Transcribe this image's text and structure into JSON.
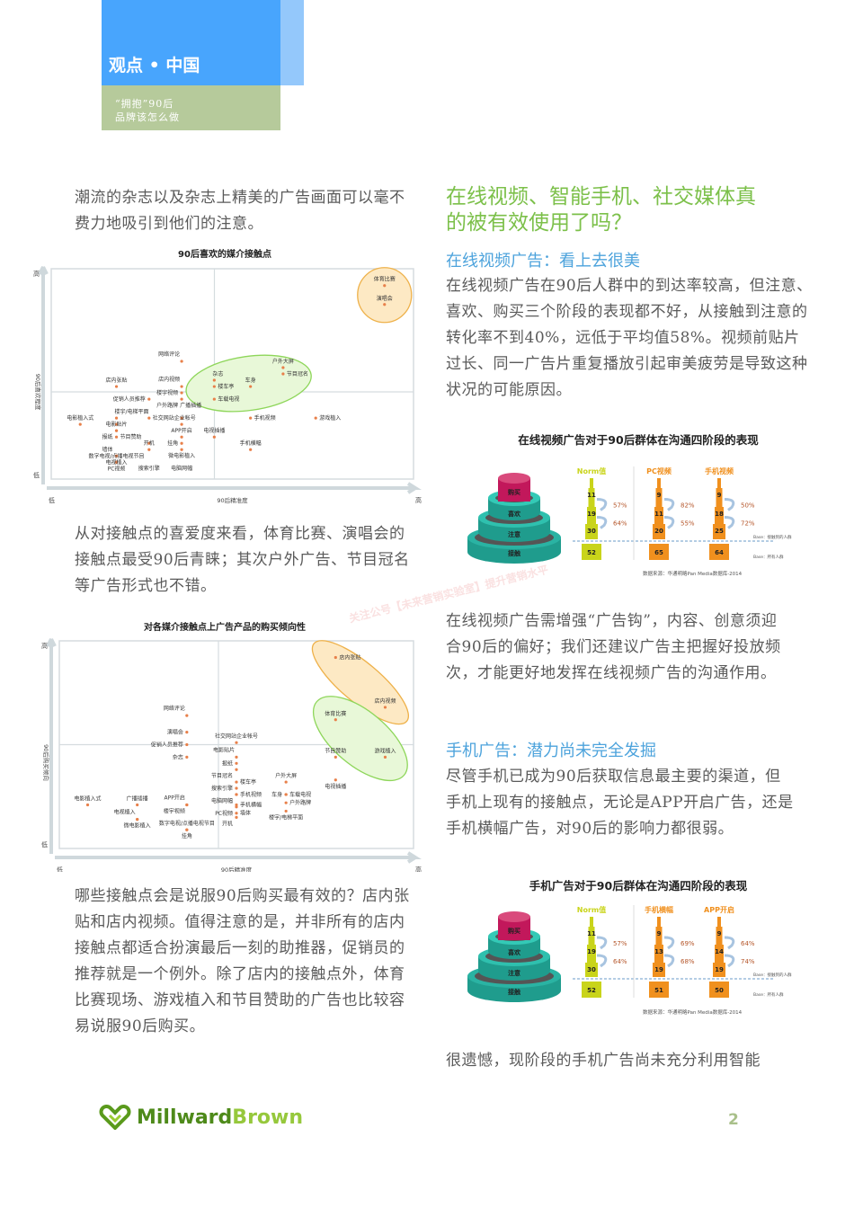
{
  "header": {
    "section": "观点 • 中国",
    "subtitle_line1": "“拥抱”90后",
    "subtitle_line2": "品牌该怎么做"
  },
  "left": {
    "para1": "潮流的杂志以及杂志上精美的广告画面可以毫不费力地吸引到他们的注意。",
    "para2": "从对接触点的喜爱度来看，体育比赛、演唱会的接触点最受90后青睐；其次户外广告、节目冠名等广告形式也不错。",
    "para3": "哪些接触点会是说服90后购买最有效的？店内张贴和店内视频。值得注意的是，并非所有的店内接触点都适合扮演最后一刻的助推器，促销员的推荐就是一个例外。除了店内的接触点外，体育比赛现场、游戏植入和节目赞助的广告也比较容易说服90后购买。"
  },
  "right": {
    "heading": "在线视频、智能手机、社交媒体真的被有效使用了吗？",
    "sub1": "在线视频广告：看上去很美",
    "para1": "在线视频广告在90后人群中的到达率较高，但注意、喜欢、购买三个阶段的表现都不好，从接触到注意的转化率不到40%，远低于平均值58%。视频前贴片过长、同一广告片重复播放引起审美疲劳是导致这种状况的可能原因。",
    "para2": "在线视频广告需增强“广告钩”，内容、创意须迎合90后的偏好；我们还建议广告主把握好投放频次，才能更好地发挥在线视频广告的沟通作用。",
    "sub2": "手机广告：潜力尚未完全发掘",
    "para3": "尽管手机已成为90后获取信息最主要的渠道，但手机上现有的接触点，无论是APP开启广告，还是手机横幅广告，对90后的影响力都很弱。",
    "para4": "很遗憾，现阶段的手机广告尚未充分利用智能"
  },
  "watermark": "关注公号【未来营销实验室】提升营销水平",
  "footer": {
    "brand_part1": "Millward",
    "brand_part2": "Brown",
    "page": "2"
  },
  "chart_data": [
    {
      "type": "scatter",
      "title": "90后喜欢的媒介接触点",
      "xlabel": "90后精准度",
      "ylabel": "90后喜欢程度",
      "x_low": "低",
      "x_high": "高",
      "y_low": "低",
      "y_high": "高",
      "xlim": [
        0,
        10
      ],
      "ylim": [
        0,
        10
      ],
      "dot_color": "#e8804a",
      "groups": [
        {
          "members": [
            "体育比赛",
            "演唱会"
          ],
          "fill": "#fde9c4",
          "stroke": "#eeb14a"
        },
        {
          "members": [
            "杂志",
            "楼车亭",
            "车载电视",
            "车身",
            "户外大屏",
            "节目冠名"
          ],
          "fill": "#e8f8d8",
          "stroke": "#8ed65a"
        }
      ],
      "points": [
        {
          "label": "体育比赛",
          "x": 9.2,
          "y": 9.2,
          "side": "above"
        },
        {
          "label": "演唱会",
          "x": 9.2,
          "y": 8.3,
          "side": "above"
        },
        {
          "label": "网络评论",
          "x": 3.6,
          "y": 5.6,
          "side": "left-above"
        },
        {
          "label": "店内视频",
          "x": 3.6,
          "y": 4.4,
          "side": "left-above"
        },
        {
          "label": "楼宇视频",
          "x": 3.6,
          "y": 4.1,
          "side": "left"
        },
        {
          "label": "户外路牌",
          "x": 3.6,
          "y": 3.8,
          "side": "left"
        },
        {
          "label": "店内张贴",
          "x": 1.8,
          "y": 4.4,
          "side": "above"
        },
        {
          "label": "促销人员推荐",
          "x": 2.7,
          "y": 3.8,
          "side": "left"
        },
        {
          "label": "杂志",
          "x": 4.5,
          "y": 4.7,
          "side": "above-right"
        },
        {
          "label": "楼车亭",
          "x": 4.5,
          "y": 4.4,
          "side": "right"
        },
        {
          "label": "车载电视",
          "x": 4.5,
          "y": 3.8,
          "side": "right"
        },
        {
          "label": "车身",
          "x": 5.5,
          "y": 4.4,
          "side": "above"
        },
        {
          "label": "户外大屏",
          "x": 6.4,
          "y": 5.3,
          "side": "above"
        },
        {
          "label": "节目冠名",
          "x": 6.4,
          "y": 5.0,
          "side": "right"
        },
        {
          "label": "手机视频",
          "x": 5.5,
          "y": 2.9,
          "side": "right"
        },
        {
          "label": "游戏植入",
          "x": 7.3,
          "y": 2.9,
          "side": "right"
        },
        {
          "label": "电影植入式",
          "x": 0.8,
          "y": 2.6,
          "side": "above"
        },
        {
          "label": "楼宇/电梯平面",
          "x": 1.8,
          "y": 2.9,
          "side": "above-right"
        },
        {
          "label": "电影贴片",
          "x": 1.8,
          "y": 2.6,
          "side": "above"
        },
        {
          "label": "报纸",
          "x": 1.8,
          "y": 2.3,
          "side": "left"
        },
        {
          "label": "节目赞助",
          "x": 1.8,
          "y": 2.3,
          "side": "right"
        },
        {
          "label": "墙体",
          "x": 1.8,
          "y": 2.0,
          "side": "left"
        },
        {
          "label": "电视植入",
          "x": 1.8,
          "y": 1.1,
          "side": "above"
        },
        {
          "label": "数字电视/点播电视节目",
          "x": 1.8,
          "y": 0.8,
          "side": "above"
        },
        {
          "label": "PC视频",
          "x": 1.8,
          "y": 0.8,
          "side": "below"
        },
        {
          "label": "社交网站企业帐号",
          "x": 2.7,
          "y": 2.9,
          "side": "right"
        },
        {
          "label": "搜索引擎",
          "x": 2.7,
          "y": 1.7,
          "side": "above"
        },
        {
          "label": "开机",
          "x": 2.7,
          "y": 1.4,
          "side": "below"
        },
        {
          "label": "广播插播",
          "x": 3.6,
          "y": 2.9,
          "side": "above-right"
        },
        {
          "label": "APP开启",
          "x": 3.6,
          "y": 2.6,
          "side": "below"
        },
        {
          "label": "挂角",
          "x": 3.6,
          "y": 2.0,
          "side": "left"
        },
        {
          "label": "微电影植入",
          "x": 3.6,
          "y": 1.7,
          "side": "above"
        },
        {
          "label": "电脑网幅",
          "x": 3.6,
          "y": 1.4,
          "side": "below"
        },
        {
          "label": "电视插播",
          "x": 4.5,
          "y": 2.0,
          "side": "above"
        },
        {
          "label": "手机横幅",
          "x": 5.5,
          "y": 1.4,
          "side": "above"
        }
      ]
    },
    {
      "type": "scatter",
      "title": "对各媒介接触点上广告产品的购买倾向性",
      "xlabel": "90后精准度",
      "ylabel": "90后购买倾向",
      "x_low": "低",
      "x_high": "高",
      "y_low": "低",
      "y_high": "高",
      "xlim": [
        0,
        10
      ],
      "ylim": [
        0,
        10
      ],
      "dot_color": "#e8804a",
      "groups": [
        {
          "members": [
            "店内张贴",
            "店内视频"
          ],
          "fill": "#fde9c4",
          "stroke": "#eeb14a"
        },
        {
          "members": [
            "体育比赛",
            "节目赞助",
            "游戏植入"
          ],
          "fill": "#e8f8d8",
          "stroke": "#8ed65a"
        }
      ],
      "points": [
        {
          "label": "店内张贴",
          "x": 7.8,
          "y": 9.2,
          "side": "right"
        },
        {
          "label": "店内视频",
          "x": 9.2,
          "y": 6.8,
          "side": "above"
        },
        {
          "label": "体育比赛",
          "x": 7.8,
          "y": 6.2,
          "side": "above"
        },
        {
          "label": "节目赞助",
          "x": 7.8,
          "y": 4.4,
          "side": "above"
        },
        {
          "label": "游戏植入",
          "x": 9.2,
          "y": 4.4,
          "side": "above"
        },
        {
          "label": "电视插播",
          "x": 7.8,
          "y": 3.3,
          "side": "below"
        },
        {
          "label": "网络评论",
          "x": 3.6,
          "y": 6.4,
          "side": "left-above"
        },
        {
          "label": "演唱会",
          "x": 3.6,
          "y": 5.6,
          "side": "left"
        },
        {
          "label": "促销人员推荐",
          "x": 3.6,
          "y": 5.0,
          "side": "left"
        },
        {
          "label": "杂志",
          "x": 3.6,
          "y": 4.4,
          "side": "left"
        },
        {
          "label": "社交网站企业帐号",
          "x": 5.0,
          "y": 5.1,
          "side": "above"
        },
        {
          "label": "电影贴片",
          "x": 5.0,
          "y": 4.4,
          "side": "left-above"
        },
        {
          "label": "报纸",
          "x": 5.0,
          "y": 4.1,
          "side": "left"
        },
        {
          "label": "节目冠名",
          "x": 5.0,
          "y": 3.8,
          "side": "left"
        },
        {
          "label": "楼车亭",
          "x": 5.0,
          "y": 3.2,
          "side": "right"
        },
        {
          "label": "搜索引擎",
          "x": 5.0,
          "y": 2.9,
          "side": "left"
        },
        {
          "label": "手机视频",
          "x": 5.0,
          "y": 2.6,
          "side": "right"
        },
        {
          "label": "电脑网幅",
          "x": 5.0,
          "y": 2.6,
          "side": "left"
        },
        {
          "label": "手机横幅",
          "x": 5.0,
          "y": 2.1,
          "side": "right"
        },
        {
          "label": "PC视频",
          "x": 5.0,
          "y": 2.0,
          "side": "left"
        },
        {
          "label": "墙体",
          "x": 5.0,
          "y": 1.7,
          "side": "right"
        },
        {
          "label": "开机",
          "x": 5.0,
          "y": 1.5,
          "side": "left"
        },
        {
          "label": "户外大屏",
          "x": 6.4,
          "y": 3.2,
          "side": "above"
        },
        {
          "label": "车身",
          "x": 6.4,
          "y": 2.6,
          "side": "left"
        },
        {
          "label": "车载电视",
          "x": 6.4,
          "y": 2.6,
          "side": "right"
        },
        {
          "label": "户外路牌",
          "x": 6.4,
          "y": 2.2,
          "side": "right"
        },
        {
          "label": "楼宇/电梯平面",
          "x": 6.4,
          "y": 1.8,
          "side": "below"
        },
        {
          "label": "电影植入式",
          "x": 0.8,
          "y": 2.1,
          "side": "above"
        },
        {
          "label": "广播插播",
          "x": 2.2,
          "y": 2.1,
          "side": "above"
        },
        {
          "label": "电视植入",
          "x": 2.2,
          "y": 1.4,
          "side": "left-above"
        },
        {
          "label": "微电影植入",
          "x": 2.2,
          "y": 1.4,
          "side": "below"
        },
        {
          "label": "APP开启",
          "x": 3.6,
          "y": 2.1,
          "side": "left-above"
        },
        {
          "label": "楼宇视频",
          "x": 3.6,
          "y": 2.1,
          "side": "left-below"
        },
        {
          "label": "数字电视/点播电视节目",
          "x": 3.6,
          "y": 0.9,
          "side": "above"
        },
        {
          "label": "挂角",
          "x": 3.6,
          "y": 0.9,
          "side": "below"
        }
      ]
    },
    {
      "type": "funnel",
      "title": "在线视频广告对于90后群体在沟通四阶段的表现",
      "stages": [
        "购买",
        "喜欢",
        "注意",
        "接触"
      ],
      "base_top": "Base：接触到的人群",
      "base_bottom": "Base：所有人群",
      "source": "数据来源：华通明略Pan Media数据库-2014",
      "columns": [
        {
          "name": "Norm值",
          "color": "#c9d41a",
          "values": [
            11,
            19,
            30,
            52
          ],
          "rates": [
            "57%",
            "64%"
          ]
        },
        {
          "name": "PC视频",
          "color": "#f0901e",
          "values": [
            9,
            11,
            20,
            65
          ],
          "rates": [
            "82%",
            "55%"
          ]
        },
        {
          "name": "手机视频",
          "color": "#f0901e",
          "values": [
            9,
            18,
            25,
            64
          ],
          "rates": [
            "50%",
            "72%"
          ]
        }
      ]
    },
    {
      "type": "funnel",
      "title": "手机广告对于90后群体在沟通四阶段的表现",
      "stages": [
        "购买",
        "喜欢",
        "注意",
        "接触"
      ],
      "base_top": "Base：接触到的人群",
      "base_bottom": "Base：所有人群",
      "source": "数据来源：华通明略Pan Media数据库-2014",
      "columns": [
        {
          "name": "Norm值",
          "color": "#c9d41a",
          "values": [
            11,
            19,
            30,
            52
          ],
          "rates": [
            "57%",
            "64%"
          ]
        },
        {
          "name": "手机横幅",
          "color": "#f0901e",
          "values": [
            9,
            13,
            19,
            51
          ],
          "rates": [
            "69%",
            "68%"
          ]
        },
        {
          "name": "APP开启",
          "color": "#f0901e",
          "values": [
            9,
            14,
            19,
            50
          ],
          "rates": [
            "64%",
            "74%"
          ]
        }
      ]
    }
  ]
}
